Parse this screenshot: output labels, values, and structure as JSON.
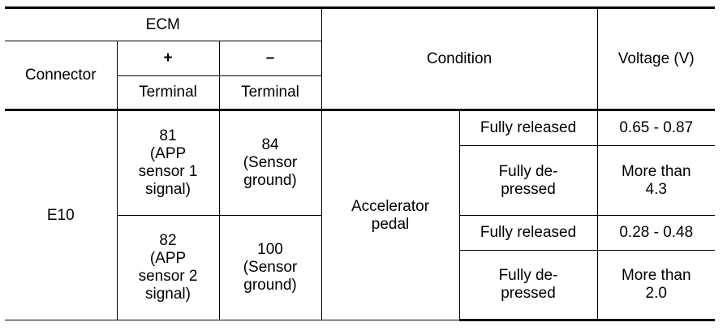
{
  "table": {
    "header": {
      "ecm": "ECM",
      "connector": "Connector",
      "plus": "+",
      "minus": "–",
      "terminal_plus": "Terminal",
      "terminal_minus": "Terminal",
      "condition": "Condition",
      "voltage": "Voltage (V)"
    },
    "body": {
      "connector": "E10",
      "condition_main": "Accelerator\npedal",
      "group1": {
        "plus_terminal": "81\n(APP\nsensor 1\nsignal)",
        "minus_terminal": "84\n(Sensor\nground)",
        "rows": [
          {
            "state": "Fully released",
            "voltage": "0.65 - 0.87"
          },
          {
            "state": "Fully de-\npressed",
            "voltage": "More than\n4.3"
          }
        ]
      },
      "group2": {
        "plus_terminal": "82\n(APP\nsensor 2\nsignal)",
        "minus_terminal": "100\n(Sensor\nground)",
        "rows": [
          {
            "state": "Fully released",
            "voltage": "0.28 - 0.48"
          },
          {
            "state": "Fully de-\npressed",
            "voltage": "More than\n2.0"
          }
        ]
      }
    }
  }
}
